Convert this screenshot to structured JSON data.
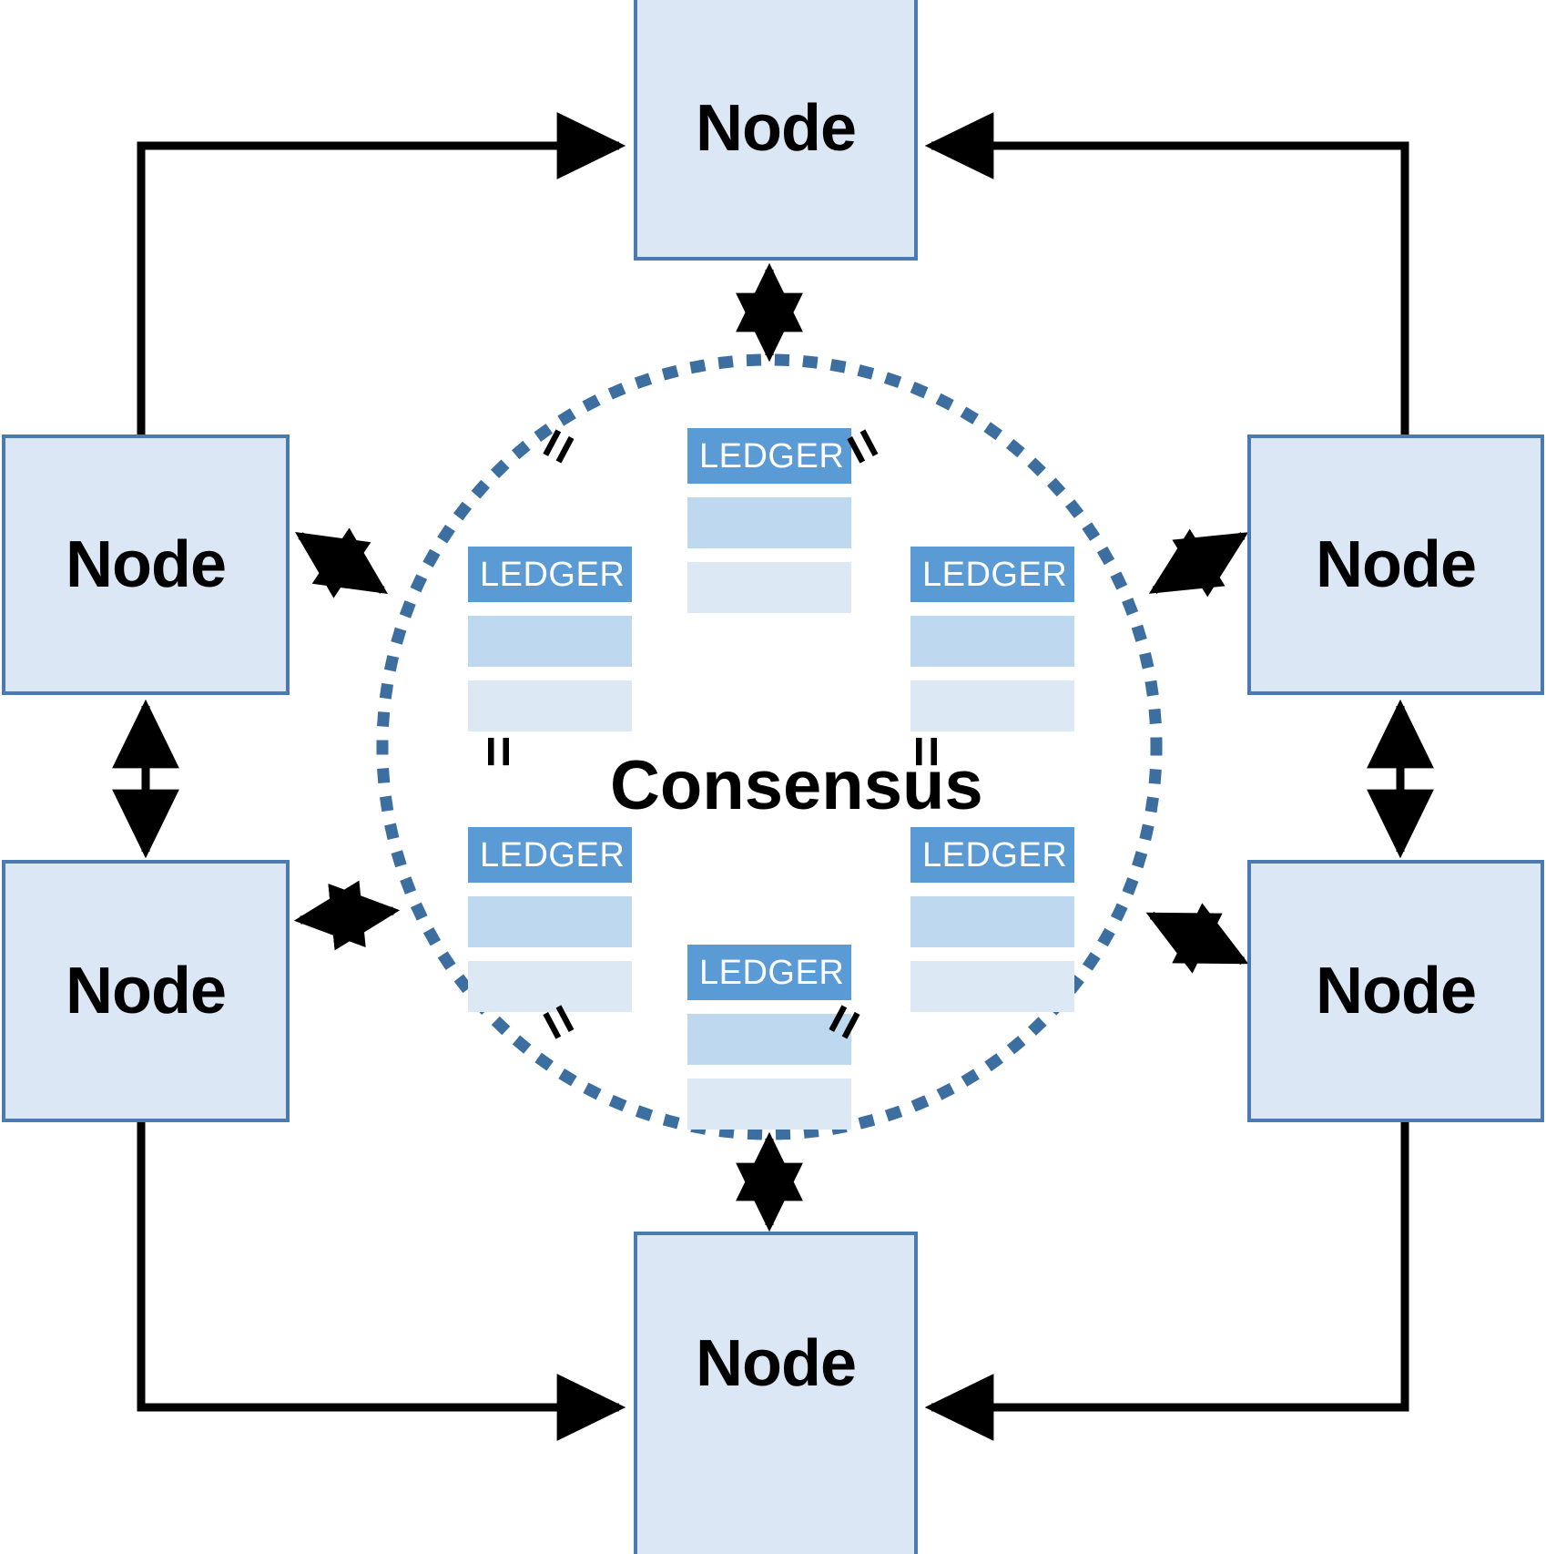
{
  "diagram": {
    "title_text": "Consensus",
    "colors": {
      "node_fill": "#dce7f5",
      "node_border": "#4a7ab0",
      "ledger_header": "#5b9bd5",
      "ledger_bar_mid": "#bed9ef",
      "ledger_bar_light": "#dde8f5",
      "circle_dotted": "#3c6e9f",
      "arrow": "#000000"
    },
    "nodes": [
      {
        "id": "node-top",
        "label": "Node"
      },
      {
        "id": "node-left-upper",
        "label": "Node"
      },
      {
        "id": "node-left-lower",
        "label": "Node"
      },
      {
        "id": "node-right-upper",
        "label": "Node"
      },
      {
        "id": "node-right-lower",
        "label": "Node"
      },
      {
        "id": "node-bottom",
        "label": "Node"
      }
    ],
    "ledgers": [
      {
        "id": "ledger-top",
        "label": "LEDGER"
      },
      {
        "id": "ledger-left-upper",
        "label": "LEDGER"
      },
      {
        "id": "ledger-right-upper",
        "label": "LEDGER"
      },
      {
        "id": "ledger-left-lower",
        "label": "LEDGER"
      },
      {
        "id": "ledger-right-lower",
        "label": "LEDGER"
      },
      {
        "id": "ledger-bottom",
        "label": "LEDGER"
      }
    ],
    "equals_marks": [
      {
        "id": "equals-top-left",
        "symbol": "="
      },
      {
        "id": "equals-top-right",
        "symbol": "="
      },
      {
        "id": "equals-mid-left",
        "symbol": "="
      },
      {
        "id": "equals-mid-right",
        "symbol": "="
      },
      {
        "id": "equals-bottom-left",
        "symbol": "="
      },
      {
        "id": "equals-bottom-right",
        "symbol": "="
      }
    ]
  }
}
